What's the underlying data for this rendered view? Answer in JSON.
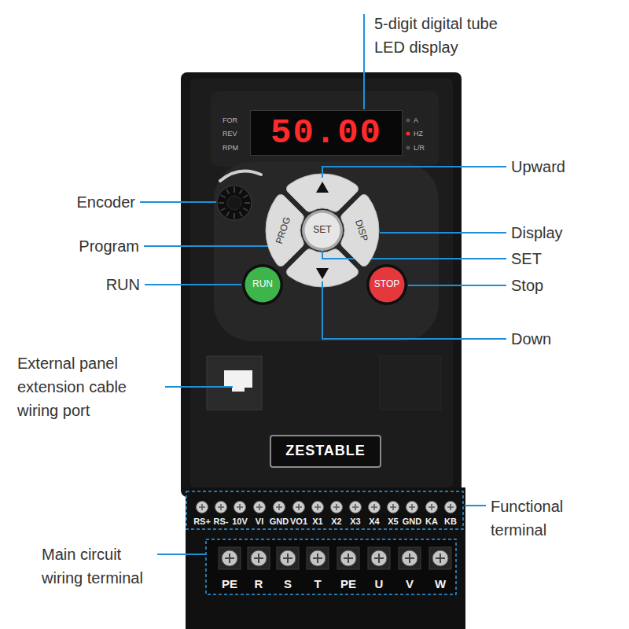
{
  "diagram": {
    "nodes": [
      {
        "text": [
          "50.00"
        ]
      },
      {
        "text": [
          "PROG"
        ]
      },
      {
        "text": [
          "SET"
        ]
      },
      {
        "text": [
          "DISP"
        ]
      },
      {
        "text": [
          "RUN"
        ]
      },
      {
        "text": [
          "STOP"
        ]
      },
      {
        "text": [
          "ZESTABLE"
        ]
      }
    ],
    "labels": [
      "5-digit digital tube LED display",
      "FOR",
      "REV",
      "RPM",
      "A",
      "HZ",
      "L/R",
      "Upward",
      "Encoder",
      "Program",
      "Display",
      "SET",
      "RUN",
      "Stop",
      "Down",
      "External panel extension cable wiring port",
      "Functional terminal",
      "RS+",
      "RS-",
      "10V",
      "VI",
      "GND",
      "VO1",
      "X1",
      "X2",
      "X3",
      "X4",
      "X5",
      "GND",
      "KA",
      "KB",
      "Main circuit wiring terminal",
      "PE",
      "R",
      "S",
      "T",
      "PE",
      "U",
      "V",
      "W"
    ]
  }
}
